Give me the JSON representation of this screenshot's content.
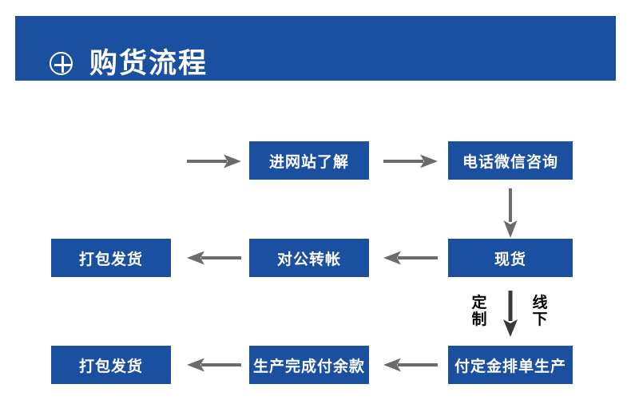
{
  "header": {
    "title": "购货流程",
    "icon": "plus-circle-icon",
    "background_color": "#1b4fa0",
    "text_color": "#ffffff"
  },
  "theme": {
    "node_color": "#1b4fa0",
    "node_text_color": "#ffffff",
    "arrow_color": "#6b6b6b",
    "dark_arrow_color": "#3a3a3a",
    "page_background": "#ffffff"
  },
  "flow": {
    "nodes": [
      {
        "id": "visit-website",
        "label": "进网站了解"
      },
      {
        "id": "phone-wechat-consult",
        "label": "电话微信咨询"
      },
      {
        "id": "in-stock",
        "label": "现货"
      },
      {
        "id": "bank-transfer",
        "label": "对公转帐"
      },
      {
        "id": "pack-and-ship-1",
        "label": "打包发货"
      },
      {
        "id": "deposit-production",
        "label": "付定金排单生产"
      },
      {
        "id": "pay-balance-after-production",
        "label": "生产完成付余款"
      },
      {
        "id": "pack-and-ship-2",
        "label": "打包发货"
      }
    ],
    "branch_labels": [
      {
        "id": "custom-label",
        "label": "定制"
      },
      {
        "id": "offline-label",
        "label": "线下"
      }
    ]
  }
}
